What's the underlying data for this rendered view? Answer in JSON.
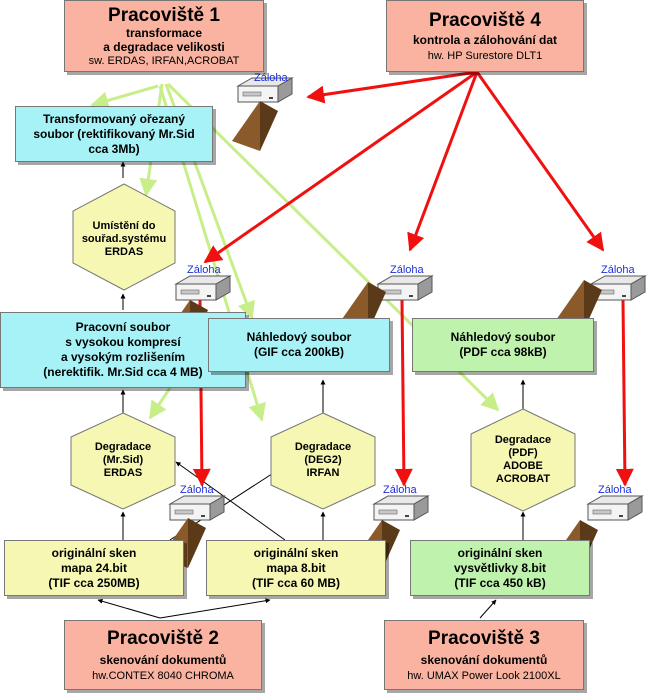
{
  "stations": {
    "p1": {
      "title": "Pracoviště 1",
      "line1": "transformace",
      "line2": "a degradace velikosti",
      "hw": "sw. ERDAS, IRFAN,ACROBAT"
    },
    "p4": {
      "title": "Pracoviště 4",
      "line1": "kontrola a zálohování dat",
      "hw": "hw. HP Surestore DLT1"
    },
    "p2": {
      "title": "Pracoviště 2",
      "line1": "skenování dokumentů",
      "hw": "hw.CONTEX 8040 CHROMA"
    },
    "p3": {
      "title": "Pracoviště 3",
      "line1": "skenování dokumentů",
      "hw": "hw. UMAX Power Look 2100XL"
    }
  },
  "files": {
    "transformed": {
      "l1": "Transformovaný ořezaný",
      "l2": "soubor (rektifikovaný Mr.Sid",
      "l3": "cca 3Mb)"
    },
    "working": {
      "l1": "Pracovní soubor",
      "l2": "s vysokou kompresí",
      "l3": "a vysokým rozlišením",
      "l4": "(nerektifik. Mr.Sid cca 4 MB)"
    },
    "preview_gif": {
      "l1": "Náhledový soubor",
      "l2": "(GIF cca 200kB)"
    },
    "preview_pdf": {
      "l1": "Náhledový soubor",
      "l2": "(PDF cca 98kB)"
    },
    "scan24": {
      "l1": "originální sken",
      "l2": "mapa 24.bit",
      "l3": "(TIF cca 250MB)"
    },
    "scan8": {
      "l1": "originální sken",
      "l2": "mapa 8.bit",
      "l3": "(TIF cca 60 MB)"
    },
    "scan_vys": {
      "l1": "originální sken",
      "l2": "vysvětlivky 8.bit",
      "l3": "(TIF cca 450 kB)"
    }
  },
  "processes": {
    "umisteni": {
      "l1": "Umístění do",
      "l2": "souřad.systému",
      "l3": "ERDAS"
    },
    "deg_mrsid": {
      "l1": "Degradace",
      "l2": "(Mr.Sid)",
      "l3": "ERDAS"
    },
    "deg_deg2": {
      "l1": "Degradace",
      "l2": "(DEG2)",
      "l3": "IRFAN"
    },
    "deg_pdf": {
      "l1": "Degradace",
      "l2": "(PDF)",
      "l3": "ADOBE",
      "l4": "ACROBAT"
    }
  },
  "backup_label": "Záloha",
  "colors": {
    "arrow_red": "#f01010",
    "arrow_green": "#c8ee8a",
    "arrow_black": "#000000"
  }
}
